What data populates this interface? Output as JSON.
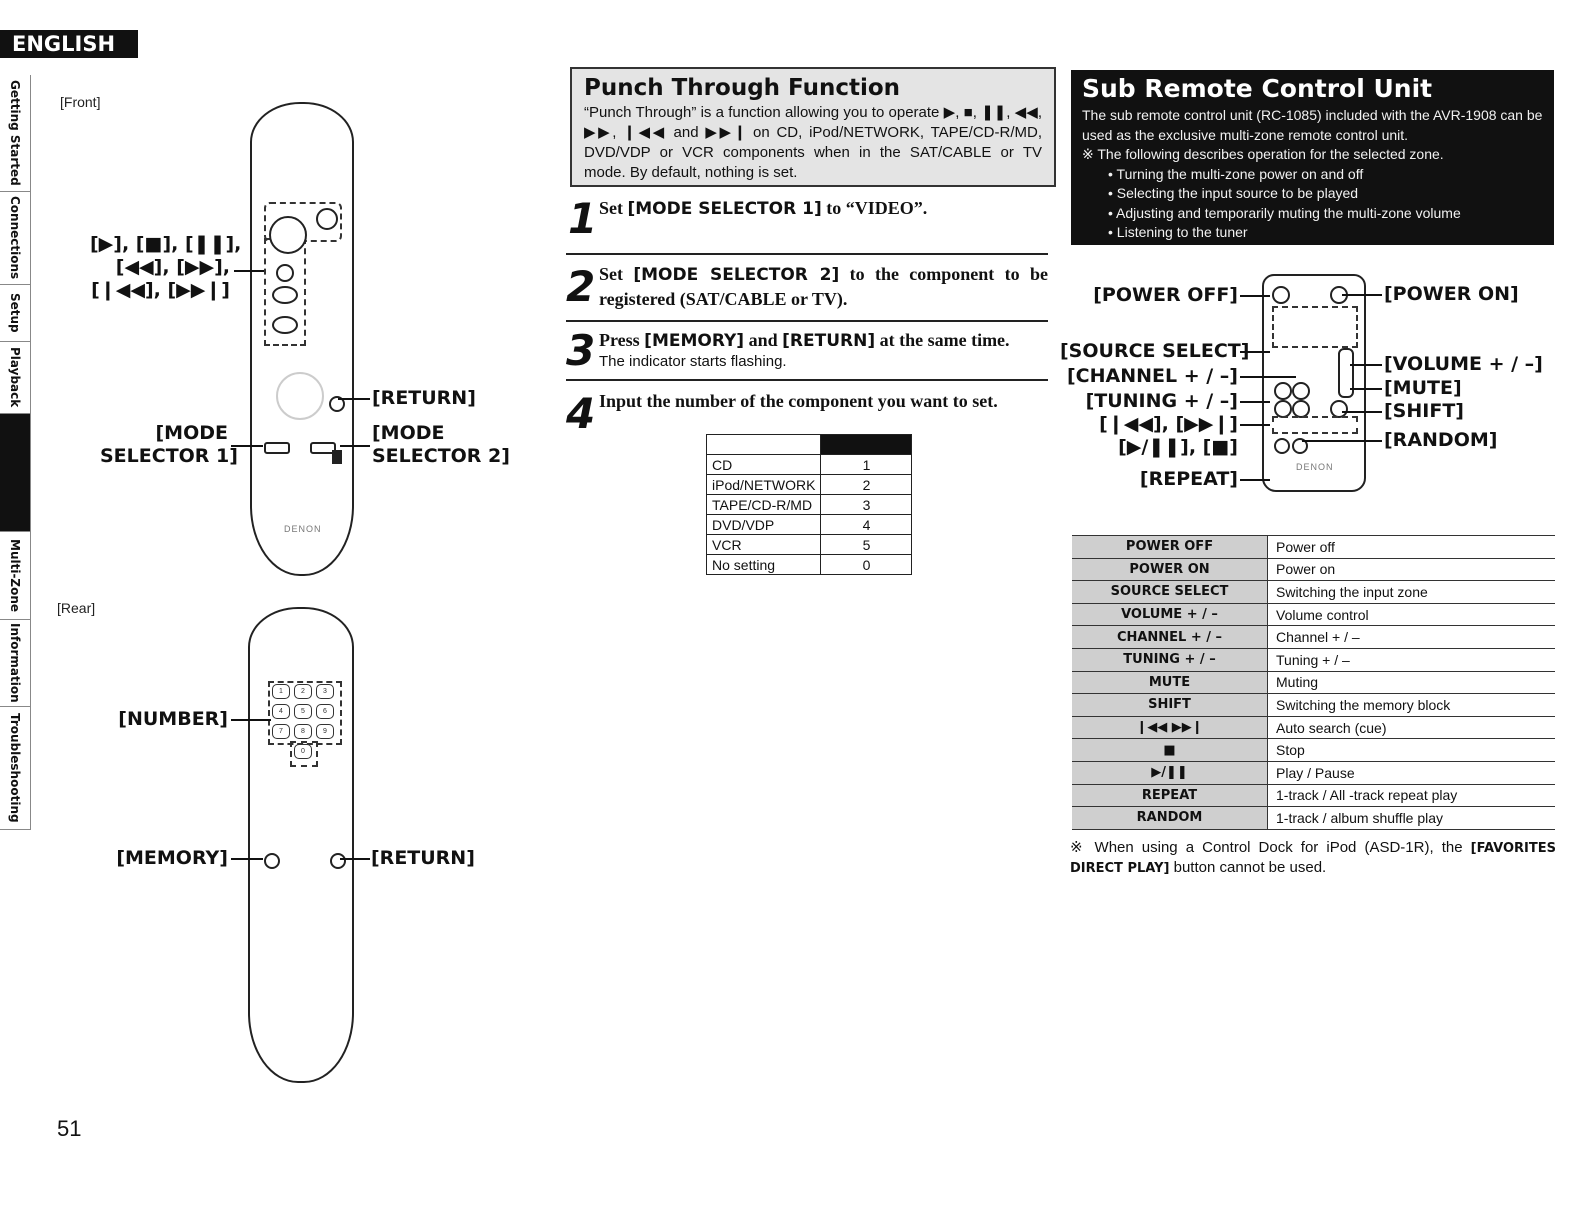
{
  "language_tab": "ENGLISH",
  "side_tabs": [
    {
      "label": "Getting Started",
      "active": false
    },
    {
      "label": "Connections",
      "active": false
    },
    {
      "label": "Setup",
      "active": false
    },
    {
      "label": "Playback",
      "active": false
    },
    {
      "label": "",
      "active": true
    },
    {
      "label": "Multi-Zone",
      "active": false
    },
    {
      "label": "Information",
      "active": false
    },
    {
      "label": "Troubleshooting",
      "active": false
    }
  ],
  "front": {
    "label": "[Front]",
    "transport_line1": "[▶], [■], [❚❚],",
    "transport_line2": "[◀◀], [▶▶],",
    "transport_line3": "[❙◀◀], [▶▶❙]",
    "return": "[RETURN]",
    "mode1_line1": "[MODE",
    "mode1_line2": "SELECTOR 1]",
    "mode2_line1": "[MODE",
    "mode2_line2": "SELECTOR 2]",
    "brand": "DENON"
  },
  "rear": {
    "label": "[Rear]",
    "number": "[NUMBER]",
    "memory": "[MEMORY]",
    "return": "[RETURN]",
    "keys": [
      "1",
      "2",
      "3",
      "4",
      "5",
      "6",
      "7",
      "8",
      "9",
      "0"
    ]
  },
  "punch_through": {
    "title": "Punch Through Function",
    "body": "“Punch Through” is a function allowing you to operate ▶, ■, ❚❚, ◀◀, ▶▶, ❙◀◀ and ▶▶❙ on CD, iPod/NETWORK, TAPE/CD-R/MD, DVD/VDP or VCR components when in the SAT/CABLE or TV mode. By default, nothing is set."
  },
  "steps": [
    {
      "num": "1",
      "pre": "Set ",
      "kw": "[MODE SELECTOR 1]",
      "post": " to “VIDEO”.",
      "kw2": "",
      "post2": "",
      "sub": ""
    },
    {
      "num": "2",
      "pre": "Set ",
      "kw": "[MODE SELECTOR 2]",
      "post": " to the component to be registered (SAT/CABLE or TV).",
      "kw2": "",
      "post2": "",
      "sub": ""
    },
    {
      "num": "3",
      "pre": "Press ",
      "kw": "[MEMORY]",
      "post": " and ",
      "kw2": "[RETURN]",
      "post2": " at the same time.",
      "sub": "The indicator starts flashing."
    },
    {
      "num": "4",
      "pre": "Input the number of the component you want to set.",
      "kw": "",
      "post": "",
      "kw2": "",
      "post2": "",
      "sub": ""
    }
  ],
  "components": [
    {
      "name": "CD",
      "num": "1"
    },
    {
      "name": "iPod/NETWORK",
      "num": "2"
    },
    {
      "name": "TAPE/CD-R/MD",
      "num": "3"
    },
    {
      "name": "DVD/VDP",
      "num": "4"
    },
    {
      "name": "VCR",
      "num": "5"
    },
    {
      "name": "No setting",
      "num": "0"
    }
  ],
  "sub_remote": {
    "title": "Sub Remote Control Unit",
    "intro": "The sub remote control unit (RC-1085) included with the AVR-1908 can be used as the exclusive multi-zone remote control unit.",
    "note": "※ The following describes operation for the selected zone.",
    "bullets": [
      "• Turning the multi-zone power on and off",
      "• Selecting the input source to be played",
      "• Adjusting and temporarily muting the multi-zone volume",
      "• Listening to the tuner"
    ]
  },
  "sub_diagram": {
    "power_off": "[POWER OFF]",
    "power_on": "[POWER ON]",
    "source_select": "[SOURCE SELECT]",
    "channel": "[CHANNEL + / –]",
    "tuning": "[TUNING + / –]",
    "skip": "[❙◀◀], [▶▶❙]",
    "play_stop": "[▶/❚❚], [■]",
    "repeat": "[REPEAT]",
    "volume": "[VOLUME + / –]",
    "mute": "[MUTE]",
    "shift": "[SHIFT]",
    "random": "[RANDOM]",
    "brand": "DENON"
  },
  "functions": [
    {
      "key": "POWER OFF",
      "desc": "Power off"
    },
    {
      "key": "POWER ON",
      "desc": "Power on"
    },
    {
      "key": "SOURCE SELECT",
      "desc": "Switching the input zone"
    },
    {
      "key": "VOLUME + / –",
      "desc": "Volume control"
    },
    {
      "key": "CHANNEL + / –",
      "desc": "Channel + / –"
    },
    {
      "key": "TUNING + / –",
      "desc": "Tuning + / –"
    },
    {
      "key": "MUTE",
      "desc": "Muting"
    },
    {
      "key": "SHIFT",
      "desc": "Switching the memory block"
    },
    {
      "key": "❙◀◀ ▶▶❙",
      "desc": "Auto search (cue)"
    },
    {
      "key": "■",
      "desc": "Stop"
    },
    {
      "key": "▶/❚❚",
      "desc": "Play / Pause"
    },
    {
      "key": "REPEAT",
      "desc": "1-track / All -track repeat play"
    },
    {
      "key": "RANDOM",
      "desc": "1-track / album shuffle play"
    }
  ],
  "footnote_pre": "※ When using a Control Dock for iPod (ASD-1R), the ",
  "footnote_kw": "[FAVORITES DIRECT PLAY]",
  "footnote_post": " button cannot be used.",
  "page_number": "51"
}
